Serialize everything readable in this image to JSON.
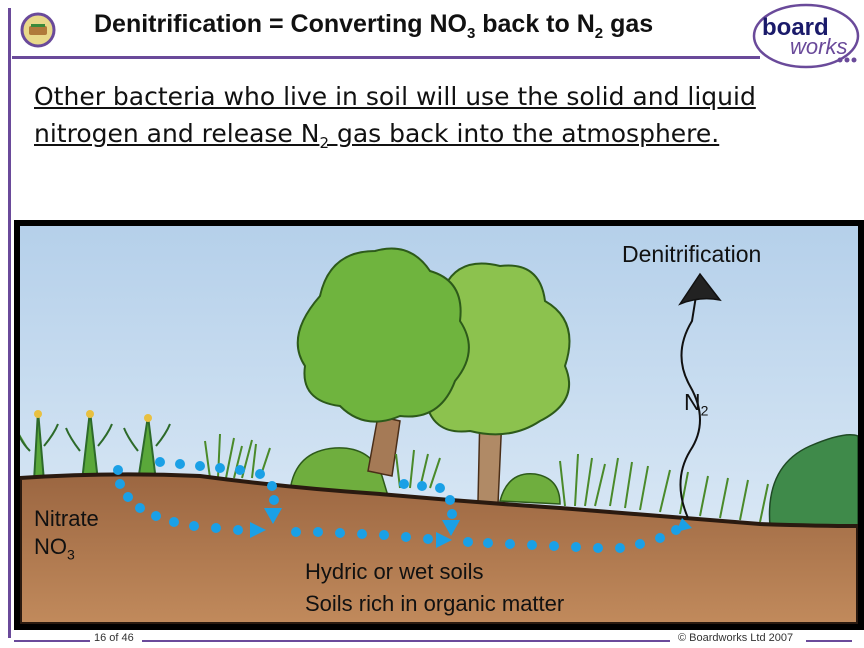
{
  "title": {
    "part1": "Denitrification = Converting NO",
    "sub1": "3",
    "part2": " back to N",
    "sub2": "2",
    "part3": " gas"
  },
  "brand": {
    "word1": "board",
    "word2": "works"
  },
  "intro": {
    "part1": "Other bacteria who live in soil will use the solid and liquid nitrogen and release N",
    "sub": "2",
    "part2": " gas back into the atmosphere."
  },
  "diagram": {
    "denitrification_label": "Denitrification",
    "n2_label": "N",
    "n2_sub": "2",
    "nitrate_label": "Nitrate",
    "no3_label": "NO",
    "no3_sub": "3",
    "hydric_label": "Hydric or wet soils",
    "organic_label": "Soils rich in organic matter"
  },
  "footer": {
    "page": "16 of 46",
    "copyright": "© Boardworks Ltd 2007"
  },
  "colors": {
    "accent": "#6a4a9a",
    "flow_dots": "#1aa0e6",
    "soil": "#a5704a",
    "sky": "#c3dbf0"
  }
}
